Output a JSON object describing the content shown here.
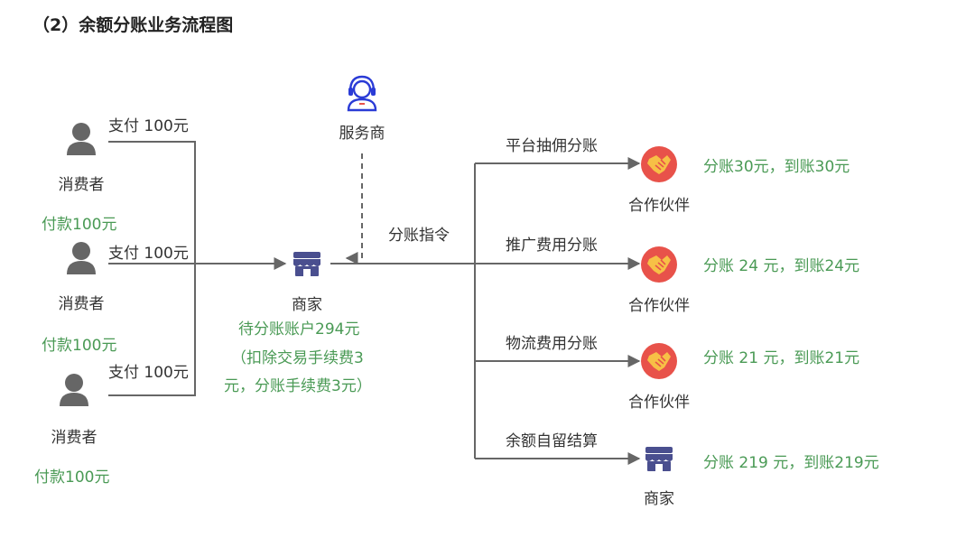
{
  "title": "（2）余额分账业务流程图",
  "consumers": [
    {
      "name": "消费者",
      "pay_label": "支付 100元",
      "paid_label": "付款100元"
    },
    {
      "name": "消费者",
      "pay_label": "支付 100元",
      "paid_label": "付款100元"
    },
    {
      "name": "消费者",
      "pay_label": "支付 100元",
      "paid_label": "付款100元"
    }
  ],
  "service_provider": {
    "name": "服务商",
    "instruction_label": "分账指令"
  },
  "merchant": {
    "name": "商家",
    "pending_line1": "待分账账户294元",
    "pending_line2": "（扣除交易手续费3",
    "pending_line3": "元，分账手续费3元）"
  },
  "branches": [
    {
      "flow_label": "平台抽佣分账",
      "target": "合作伙伴",
      "result": "分账30元，到账30元",
      "icon": "handshake-icon"
    },
    {
      "flow_label": "推广费用分账",
      "target": "合作伙伴",
      "result": "分账 24 元，到账24元",
      "icon": "handshake-icon"
    },
    {
      "flow_label": "物流费用分账",
      "target": "合作伙伴",
      "result": "分账 21 元，到账21元",
      "icon": "handshake-icon"
    },
    {
      "flow_label": "余额自留结算",
      "target": "商家",
      "result": "分账 219 元，到账219元",
      "icon": "store-icon"
    }
  ],
  "colors": {
    "line": "#666666",
    "text": "#333333",
    "highlight_green": "#4a9a55",
    "person_icon": "#666666",
    "store_icon": "#4a4f8f",
    "handshake_circle": "#e8524a",
    "handshake_fill": "#f7c046",
    "headset_icon": "#2a3bd6"
  }
}
